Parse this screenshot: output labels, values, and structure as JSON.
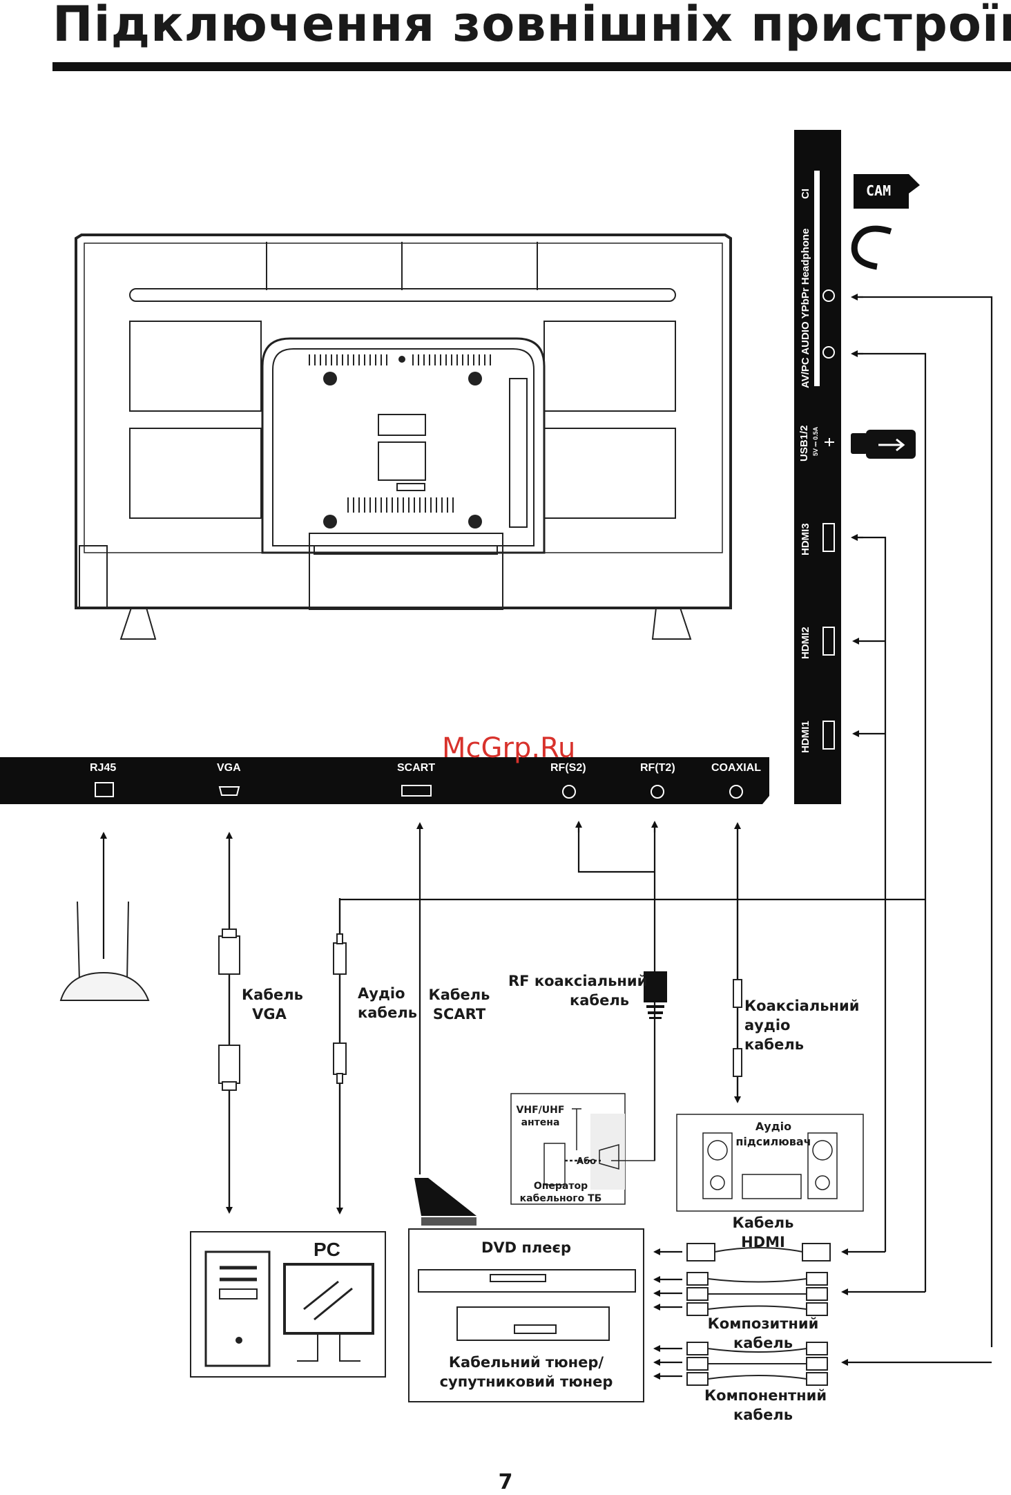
{
  "title": "Підключення зовнішніх пристроїв",
  "watermark": "McGrp.Ru",
  "page_number": "7",
  "bottom_ports": [
    {
      "id": "rj45",
      "label": "RJ45"
    },
    {
      "id": "vga",
      "label": "VGA"
    },
    {
      "id": "scart",
      "label": "SCART"
    },
    {
      "id": "rfs2",
      "label": "RF(S2)"
    },
    {
      "id": "rft2",
      "label": "RF(T2)"
    },
    {
      "id": "coaxial",
      "label": "COAXIAL"
    }
  ],
  "side_ports": [
    {
      "id": "ci",
      "label": "CI"
    },
    {
      "id": "headphone",
      "label": "AV/PC AUDIO YPbPr Headphone"
    },
    {
      "id": "usb",
      "label": "USB1/2",
      "sub": "5V ⎓ 0.5A"
    },
    {
      "id": "hdmi3",
      "label": "HDMI3"
    },
    {
      "id": "hdmi2",
      "label": "HDMI2"
    },
    {
      "id": "hdmi1",
      "label": "HDMI1"
    }
  ],
  "icons": {
    "cam": "CAM"
  },
  "cables": {
    "vga": [
      "Кабель",
      "VGA"
    ],
    "audio": [
      "Аудіо",
      "кабель"
    ],
    "scart": [
      "Кабель",
      "SCART"
    ],
    "rf": [
      "RF коаксіальний",
      "кабель"
    ],
    "coax_audio": [
      "Коаксіальний",
      "аудіо",
      "кабель"
    ],
    "hdmi": [
      "Кабель",
      "HDMI"
    ],
    "composite": [
      "Композитний",
      "кабель"
    ],
    "component": [
      "Компонентний",
      "кабель"
    ]
  },
  "devices": {
    "antenna": [
      "VHF/UHF",
      "антена"
    ],
    "or": "Або",
    "cable_operator": [
      "Оператор",
      "кабельного ТБ"
    ],
    "amplifier": [
      "Аудіо",
      "підсилювач"
    ],
    "pc": "PC",
    "dvd": "DVD плеєр",
    "tuner": [
      "Кабельний тюнер/",
      "супутниковий тюнер"
    ]
  }
}
